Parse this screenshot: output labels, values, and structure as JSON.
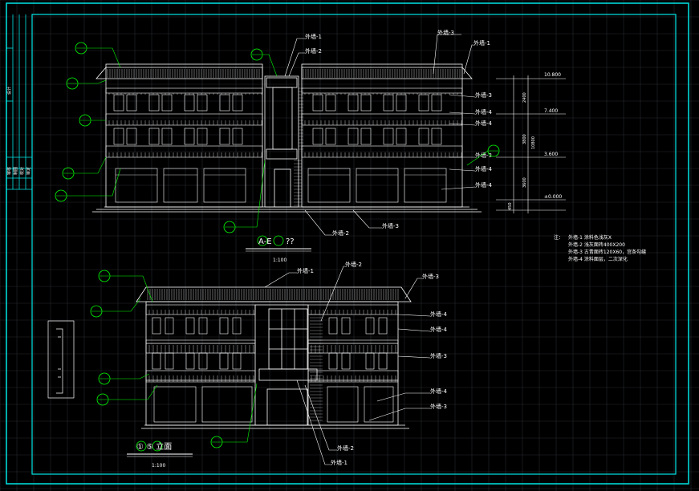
{
  "colors": {
    "background": "#000000",
    "grid": "#262a30",
    "frame": "#00e5e5",
    "drawing": "#ffffff",
    "leader": "#00ff00",
    "tag": "#ffffff"
  },
  "title_block": {
    "labels": [
      "设计",
      "审核",
      "制图",
      "校对",
      "审定"
    ]
  },
  "upper_elevation": {
    "title_axes": "A-E",
    "title_suffix": "??",
    "scale": "1:100",
    "tags": [
      "外墙-1",
      "外墙-2",
      "外墙-3",
      "外墙-1",
      "外墙-3",
      "外墙-4",
      "外墙-4",
      "外墙-3",
      "外墙-4",
      "外墙-4",
      "外墙-2",
      "外墙-3"
    ],
    "levels": [
      "10.800",
      "7.400",
      "3.600",
      "±0.000"
    ],
    "dimensions": [
      "2400",
      "3800",
      "3600",
      "450",
      "10800"
    ]
  },
  "lower_elevation": {
    "title_axes": "① ⑤ 立面",
    "scale": "1:100",
    "tags": [
      "外墙-1",
      "外墙-2",
      "外墙-3",
      "外墙-4",
      "外墙-4",
      "外墙-3",
      "外墙-4",
      "外墙-3",
      "外墙-2",
      "外墙-1"
    ]
  },
  "notes": {
    "heading": "注：",
    "lines": [
      "外墙-1 涂料色浅灰X",
      "外墙-2 浅灰面砖400X200",
      "外墙-3 古青面砖120X60，宫条勾缝",
      "外墙-4 涂料面层，二次深化"
    ]
  }
}
